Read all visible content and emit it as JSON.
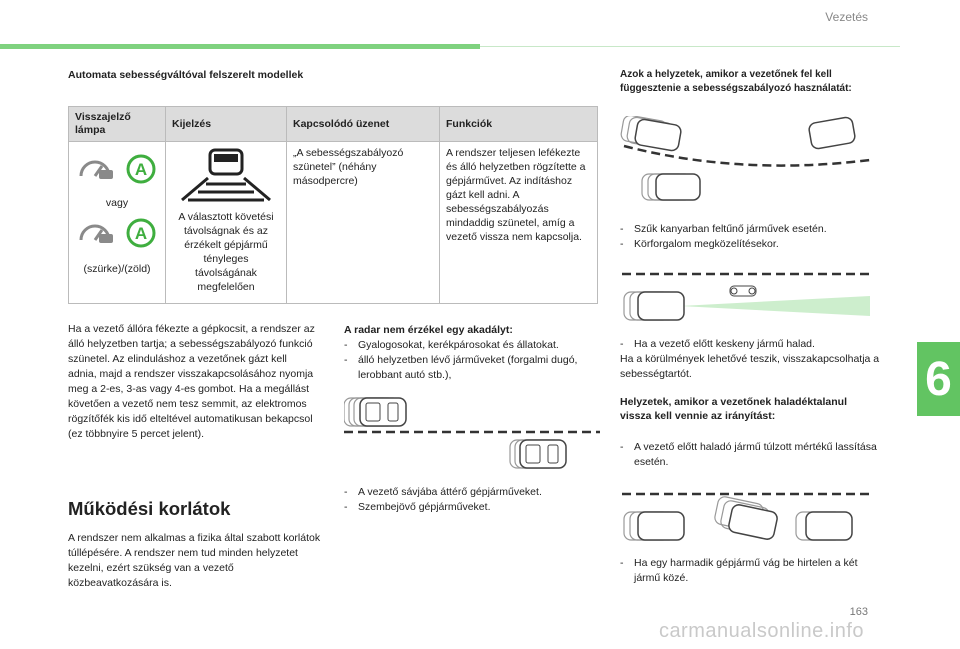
{
  "header": {
    "section": "Vezetés"
  },
  "footer": {
    "page_number": "163",
    "watermark": "carmanualsonline.info",
    "chapter_tab": "6"
  },
  "left": {
    "title": "Automata sebességváltóval felszerelt modellek",
    "table": {
      "headers": [
        "Visszajelző lámpa",
        "Kijelzés",
        "Kapcsolódó üzenet",
        "Funkciók"
      ],
      "lamp_or": "vagy",
      "lamp_colors": "(szürke)/(zöld)",
      "display_text": "A választott követési távolságnak és az érzékelt gépjármű tényleges távolságának megfelelően",
      "message": "„A sebességszabályozó szünetel” (néhány másodpercre)",
      "function": "A rendszer teljesen lefékezte és álló helyzetben rögzítette a gépjárművet. Az indításhoz gázt kell adni. A sebességszabályozás mindaddig szünetel, amíg a vezető vissza nem kapcsolja."
    },
    "paragraph": "Ha a vezető állóra fékezte a gépkocsit, a rendszer az álló helyzetben tartja; a sebességszabályozó funkció szünetel. Az elinduláshoz a vezetőnek gázt kell adnia, majd a rendszer visszakapcsolásához nyomja meg a 2-es, 3-as vagy 4-es gombot. Ha a megállást követően a vezető nem tesz semmit, az elektromos rögzítőfék kis idő elteltével automatikusan bekapcsol (ez többnyire 5 percet jelent).",
    "limits_heading": "Működési korlátok",
    "limits_text": "A rendszer nem alkalmas a fizika által szabott korlátok túllépésére. A rendszer nem tud minden helyzetet kezelni, ezért szükség van a vezető közbeavatkozására is."
  },
  "middle": {
    "heading": "A radar nem érzékel egy akadályt:",
    "items": [
      "Gyalogosokat, kerékpárosokat és állatokat.",
      "álló helyzetben lévő járműveket (forgalmi dugó, lerobbant autó stb.),"
    ],
    "items2": [
      "A vezető sávjába áttérő gépjárműveket.",
      "Szembejövő gépjárműveket."
    ]
  },
  "right": {
    "heading": "Azok a helyzetek, amikor a vezetőnek fel kell függesztenie a sebességszabályozó használatát:",
    "items1": [
      "Szűk kanyarban feltűnő járművek esetén.",
      "Körforgalom megközelítésekor."
    ],
    "item2": "Ha a vezető előtt keskeny jármű halad.",
    "text2": "Ha a körülmények lehetővé teszik, visszakapcsolhatja a sebességtartót.",
    "heading2": "Helyzetek, amikor a vezetőnek haladéktalanul vissza kell vennie az irányítást:",
    "item3": "A vezető előtt haladó jármű túlzott mértékű lassítása esetén.",
    "item4": "Ha egy harmadik gépjármű vág be hirtelen a két jármű közé."
  },
  "colors": {
    "accent_green": "#62c462",
    "lamp_green": "#3fae3f",
    "lamp_grey": "#8a8a8a"
  }
}
